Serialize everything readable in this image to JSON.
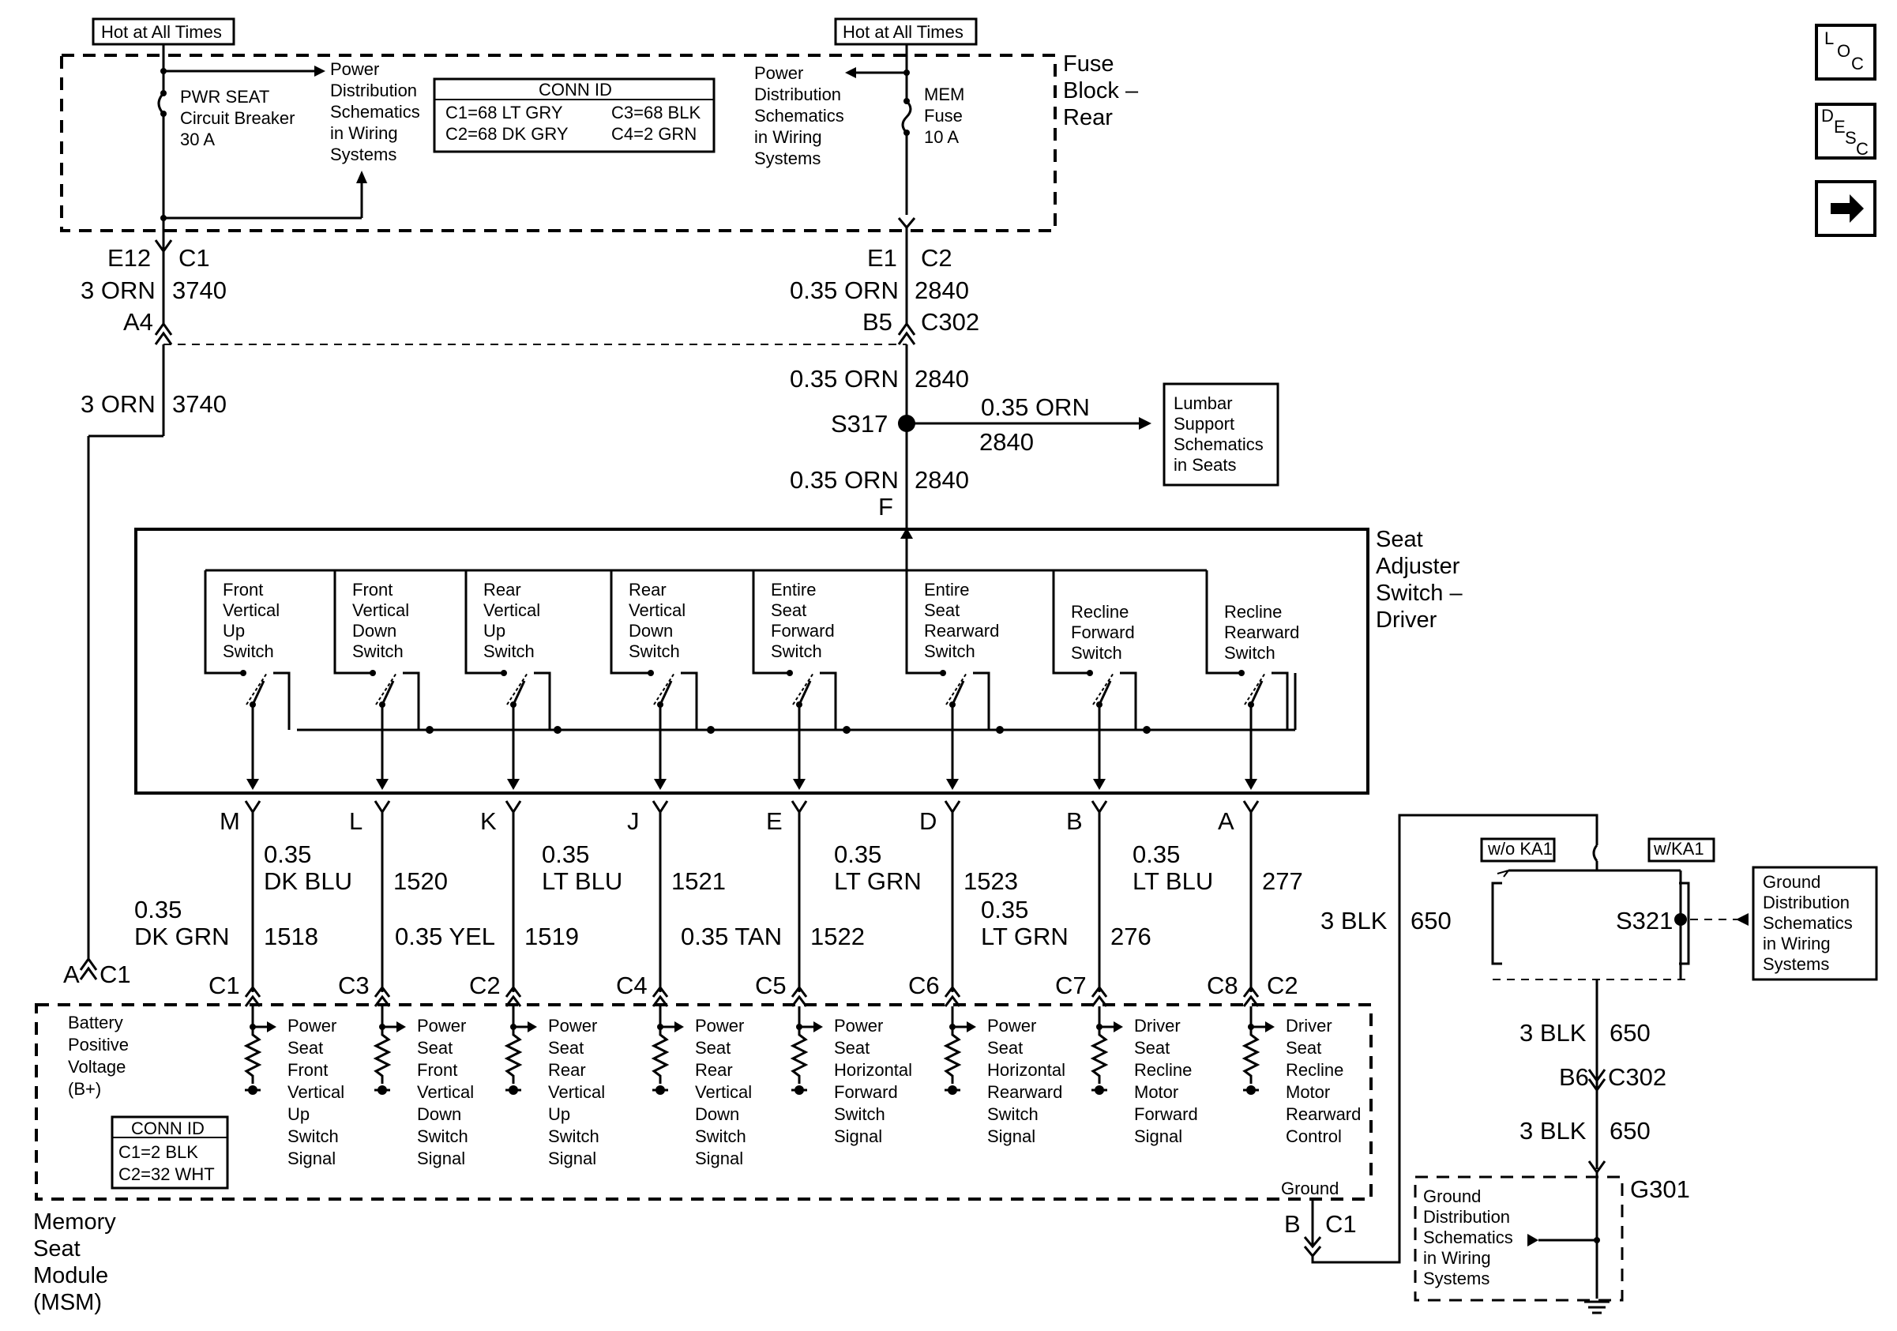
{
  "fuse_block": {
    "label_lines": [
      "Fuse",
      "Block –",
      "Rear"
    ],
    "hot_left": "Hot at All Times",
    "hot_right": "Hot at All Times",
    "breaker_lines": [
      "PWR SEAT",
      "Circuit Breaker",
      "30 A"
    ],
    "pd_left_lines": [
      "Power",
      "Distribution",
      "Schematics",
      "in Wiring",
      "Systems"
    ],
    "pd_right_lines": [
      "Power",
      "Distribution",
      "Schematics",
      "in Wiring",
      "Systems"
    ],
    "fuse_lines": [
      "MEM",
      "Fuse",
      "10 A"
    ],
    "conn_id_title": "CONN ID",
    "conn_id_entries": [
      "C1=68 LT GRY",
      "C3=68 BLK",
      "C2=68 DK GRY",
      "C4=2 GRN"
    ]
  },
  "left_feed": {
    "pin": "E12",
    "conn": "C1",
    "wire_a": "3 ORN",
    "circuit_a": "3740",
    "inline_pin": "A4",
    "wire_b": "3 ORN",
    "circuit_b": "3740"
  },
  "right_feed": {
    "pin": "E1",
    "conn": "C2",
    "wire_a": "0.35 ORN",
    "circuit_a": "2840",
    "inline_pin": "B5",
    "inline_conn": "C302",
    "wire_b": "0.35 ORN",
    "circuit_b": "2840",
    "splice": "S317",
    "branch_wire": "0.35 ORN",
    "branch_circuit": "2840",
    "wire_c": "0.35 ORN",
    "circuit_c": "2840",
    "switch_pin": "F"
  },
  "lumbar": {
    "lines": [
      "Lumbar",
      "Support",
      "Schematics",
      "in Seats"
    ]
  },
  "seat_switch": {
    "label_lines": [
      "Seat",
      "Adjuster",
      "Switch –",
      "Driver"
    ],
    "switches": [
      {
        "lines": [
          "Front",
          "Vertical",
          "Up",
          "Switch"
        ]
      },
      {
        "lines": [
          "Front",
          "Vertical",
          "Down",
          "Switch"
        ]
      },
      {
        "lines": [
          "Rear",
          "Vertical",
          "Up",
          "Switch"
        ]
      },
      {
        "lines": [
          "Rear",
          "Vertical",
          "Down",
          "Switch"
        ]
      },
      {
        "lines": [
          "Entire",
          "Seat",
          "Forward",
          "Switch"
        ]
      },
      {
        "lines": [
          "Entire",
          "Seat",
          "Rearward",
          "Switch"
        ]
      },
      {
        "lines": [
          "Recline",
          "Forward",
          "Switch"
        ]
      },
      {
        "lines": [
          "Recline",
          "Rearward",
          "Switch"
        ]
      }
    ]
  },
  "signal_wires": [
    {
      "pin": "M",
      "wire": [
        "0.35",
        "DK GRN"
      ],
      "circuit": "1518",
      "msm_pin": "C1"
    },
    {
      "pin": "L",
      "wire": [
        "0.35",
        "DK BLU"
      ],
      "circuit": "1520",
      "msm_pin": "C3"
    },
    {
      "pin": "K",
      "wire": [
        "0.35 YEL"
      ],
      "circuit": "1519",
      "msm_pin": "C2"
    },
    {
      "pin": "J",
      "wire": [
        "0.35",
        "LT BLU"
      ],
      "circuit": "1521",
      "msm_pin": "C4"
    },
    {
      "pin": "E",
      "wire": [
        "0.35 TAN"
      ],
      "circuit": "1522",
      "msm_pin": "C5"
    },
    {
      "pin": "D",
      "wire": [
        "0.35",
        "LT GRN"
      ],
      "circuit": "1523",
      "msm_pin": "C6"
    },
    {
      "pin": "B",
      "wire": [
        "0.35",
        "LT GRN"
      ],
      "circuit": "276",
      "msm_pin": "C7"
    },
    {
      "pin": "A",
      "wire": [
        "0.35",
        "LT BLU"
      ],
      "circuit": "277",
      "msm_pin": "C8",
      "msm_conn": "C2"
    }
  ],
  "msm": {
    "label_lines": [
      "Memory",
      "Seat",
      "Module",
      "(MSM)"
    ],
    "batt_pin": "A",
    "batt_conn": "C1",
    "batt_lines": [
      "Battery",
      "Positive",
      "Voltage",
      "(B+)"
    ],
    "inputs": [
      {
        "lines": [
          "Power",
          "Seat",
          "Front",
          "Vertical",
          "Up",
          "Switch",
          "Signal"
        ]
      },
      {
        "lines": [
          "Power",
          "Seat",
          "Front",
          "Vertical",
          "Down",
          "Switch",
          "Signal"
        ]
      },
      {
        "lines": [
          "Power",
          "Seat",
          "Rear",
          "Vertical",
          "Up",
          "Switch",
          "Signal"
        ]
      },
      {
        "lines": [
          "Power",
          "Seat",
          "Rear",
          "Vertical",
          "Down",
          "Switch",
          "Signal"
        ]
      },
      {
        "lines": [
          "Power",
          "Seat",
          "Horizontal",
          "Forward",
          "Switch",
          "Signal"
        ]
      },
      {
        "lines": [
          "Power",
          "Seat",
          "Horizontal",
          "Rearward",
          "Switch",
          "Signal"
        ]
      },
      {
        "lines": [
          "Driver",
          "Seat",
          "Recline",
          "Motor",
          "Forward",
          "Signal"
        ]
      },
      {
        "lines": [
          "Driver",
          "Seat",
          "Recline",
          "Motor",
          "Rearward",
          "Control"
        ]
      }
    ],
    "conn_id_title": "CONN ID",
    "conn_id_entries": [
      "C1=2 BLK",
      "C2=32 WHT"
    ],
    "ground_label": "Ground",
    "ground_pin": "B",
    "ground_conn": "C1"
  },
  "ground_circuit": {
    "wire": "3 BLK",
    "circuit": "650",
    "wo_label": "w/o KA1",
    "w_label": "w/KA1",
    "splice": "S321",
    "gd_lines": [
      "Ground",
      "Distribution",
      "Schematics",
      "in Wiring",
      "Systems"
    ],
    "wire_2": "3 BLK",
    "circuit_2": "650",
    "inline_pin": "B6",
    "inline_conn": "C302",
    "wire_3": "3 BLK",
    "circuit_3": "650",
    "ground": "G301",
    "gd2_lines": [
      "Ground",
      "Distribution",
      "Schematics",
      "in Wiring",
      "Systems"
    ]
  },
  "nav_icons": [
    "loc-icon",
    "desc-icon",
    "next-arrow-icon"
  ]
}
